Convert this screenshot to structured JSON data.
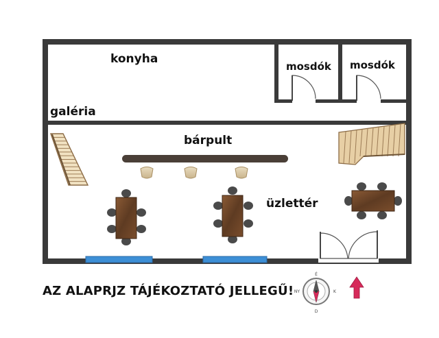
{
  "rooms": {
    "kitchen": "konyha",
    "restroom_1": "mosdók",
    "restroom_2": "mosdók",
    "gallery": "galéria",
    "bar_counter": "bárpult",
    "shop_floor": "üzlettér"
  },
  "disclaimer": "AZ ALAPRJZ TÁJÉKOZTATÓ JELLEGŰ!",
  "compass": {
    "north": "É",
    "south": "D",
    "east": "K",
    "west": "NY"
  },
  "colors": {
    "wall": "#3a3a3a",
    "bar": "#4a3f37",
    "window": "#3d8fd6",
    "table": "#6e4a30",
    "chair": "#4a4a4a",
    "arrow": "#d62a5a"
  }
}
